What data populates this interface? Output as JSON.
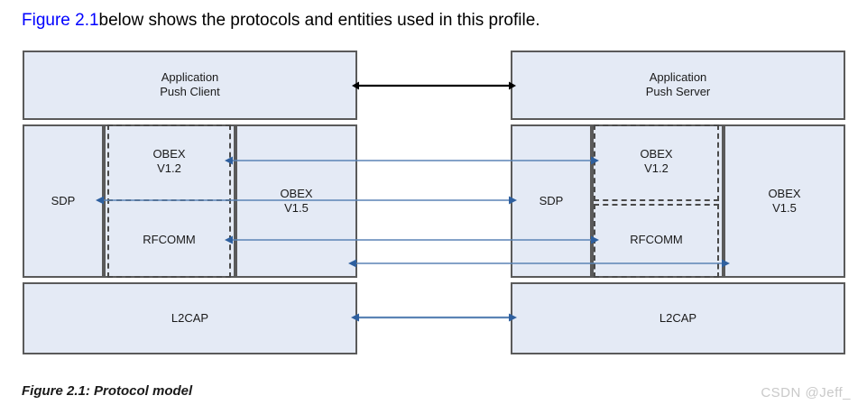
{
  "intro": {
    "figure_ref": "Figure 2.1",
    "rest": "below shows the protocols and entities used in this profile."
  },
  "caption": "Figure 2.1: Protocol model",
  "watermark": "CSDN @Jeff_",
  "colors": {
    "box_fill": "#e4eaf5",
    "box_border": "#5a5a5a",
    "dashed_border": "#4a4a4a",
    "blue_arrow": "#3c6ca8",
    "black_arrow": "#000000",
    "figure_ref": "#0000ff",
    "watermark": "#c9c9c9"
  },
  "diagram": {
    "type": "protocol-stack",
    "left_stack": {
      "title": "Application\nPush Client",
      "app_label": "Application\nPush Client",
      "sdp_label": "SDP",
      "obex12_label": "OBEX\nV1.2",
      "obex15_label": "OBEX\nV1.5",
      "rfcomm_label": "RFCOMM",
      "l2cap_label": "L2CAP"
    },
    "right_stack": {
      "app_label": "Application\nPush Server",
      "sdp_label": "SDP",
      "obex12_label": "OBEX\nV1.2",
      "obex15_label": "OBEX\nV1.5",
      "rfcomm_label": "RFCOMM",
      "l2cap_label": "L2CAP"
    },
    "connections": [
      {
        "name": "application-link",
        "from": "Application Push Client",
        "to": "Application Push Server",
        "style": "double",
        "color": "black"
      },
      {
        "name": "obex12-link",
        "from": "OBEX V1.2 (client)",
        "to": "OBEX V1.2 (server)",
        "style": "double",
        "color": "blue"
      },
      {
        "name": "sdp-link",
        "from": "SDP (client)",
        "to": "SDP (server)",
        "style": "double",
        "color": "blue"
      },
      {
        "name": "rfcomm-link",
        "from": "RFCOMM (client)",
        "to": "RFCOMM (server)",
        "style": "double",
        "color": "blue"
      },
      {
        "name": "obex15-link",
        "from": "OBEX V1.5 (client)",
        "to": "OBEX V1.5 (server)",
        "style": "double",
        "color": "blue"
      },
      {
        "name": "l2cap-link",
        "from": "L2CAP (client)",
        "to": "L2CAP (server)",
        "style": "double",
        "color": "blue"
      }
    ]
  }
}
